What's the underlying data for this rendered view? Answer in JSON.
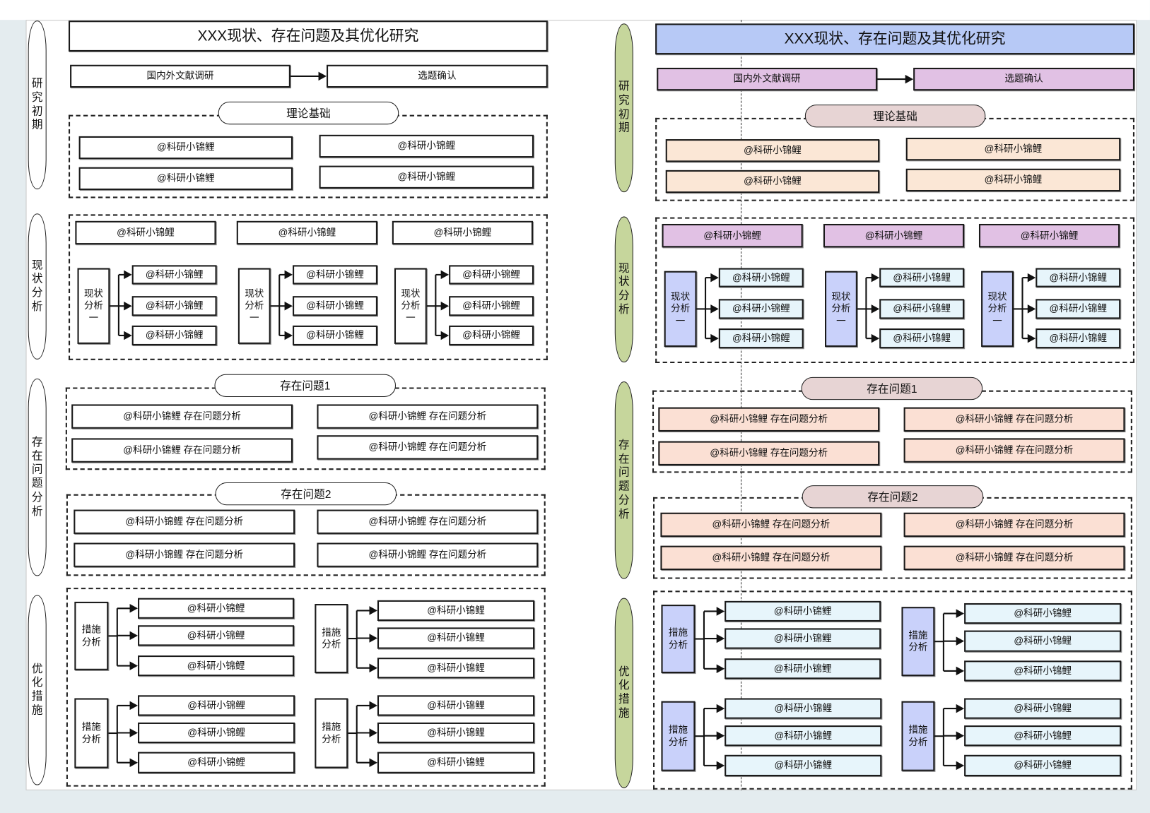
{
  "title": "XXX现状、存在问题及其优化研究",
  "phases": [
    "研究初期",
    "现状分析",
    "存在问题分析",
    "优化措施"
  ],
  "research": {
    "survey": "国内外文献调研",
    "confirm": "选题确认"
  },
  "theory": {
    "label": "理论基础",
    "items": [
      "@科研小锦鲤",
      "@科研小锦鲤",
      "@科研小锦鲤",
      "@科研小锦鲤"
    ]
  },
  "status": {
    "headers": [
      "@科研小锦鲤",
      "@科研小锦鲤",
      "@科研小锦鲤"
    ],
    "groups": [
      {
        "label": "现状分析一",
        "items": [
          "@科研小锦鲤",
          "@科研小锦鲤",
          "@科研小锦鲤"
        ]
      },
      {
        "label": "现状分析一",
        "items": [
          "@科研小锦鲤",
          "@科研小锦鲤",
          "@科研小锦鲤"
        ]
      },
      {
        "label": "现状分析一",
        "items": [
          "@科研小锦鲤",
          "@科研小锦鲤",
          "@科研小锦鲤"
        ]
      }
    ]
  },
  "problems": [
    {
      "label": "存在问题1",
      "items": [
        "@科研小锦鲤  存在问题分析",
        "@科研小锦鲤  存在问题分析",
        "@科研小锦鲤  存在问题分析",
        "@科研小锦鲤  存在问题分析"
      ]
    },
    {
      "label": "存在问题2",
      "items": [
        "@科研小锦鲤  存在问题分析",
        "@科研小锦鲤  存在问题分析",
        "@科研小锦鲤  存在问题分析",
        "@科研小锦鲤  存在问题分析"
      ]
    }
  ],
  "measures": {
    "groups": [
      {
        "label": "措施分析",
        "items": [
          "@科研小锦鲤",
          "@科研小锦鲤",
          "@科研小锦鲤"
        ]
      },
      {
        "label": "措施分析",
        "items": [
          "@科研小锦鲤",
          "@科研小锦鲤",
          "@科研小锦鲤"
        ]
      },
      {
        "label": "措施分析",
        "items": [
          "@科研小锦鲤",
          "@科研小锦鲤",
          "@科研小锦鲤"
        ]
      },
      {
        "label": "措施分析",
        "items": [
          "@科研小锦鲤",
          "@科研小锦鲤",
          "@科研小锦鲤"
        ]
      }
    ]
  },
  "colors": {
    "title": "#b7c9f6",
    "research": "#e1c1e4",
    "theory_item": "#fbe7d6",
    "section_pill": "#e7d4d4",
    "analysis_box": "#c9d1fa",
    "sub_item": "#e7f5fb",
    "problem_item": "#fbe0d4",
    "phase_pill": "#c6d69c"
  }
}
